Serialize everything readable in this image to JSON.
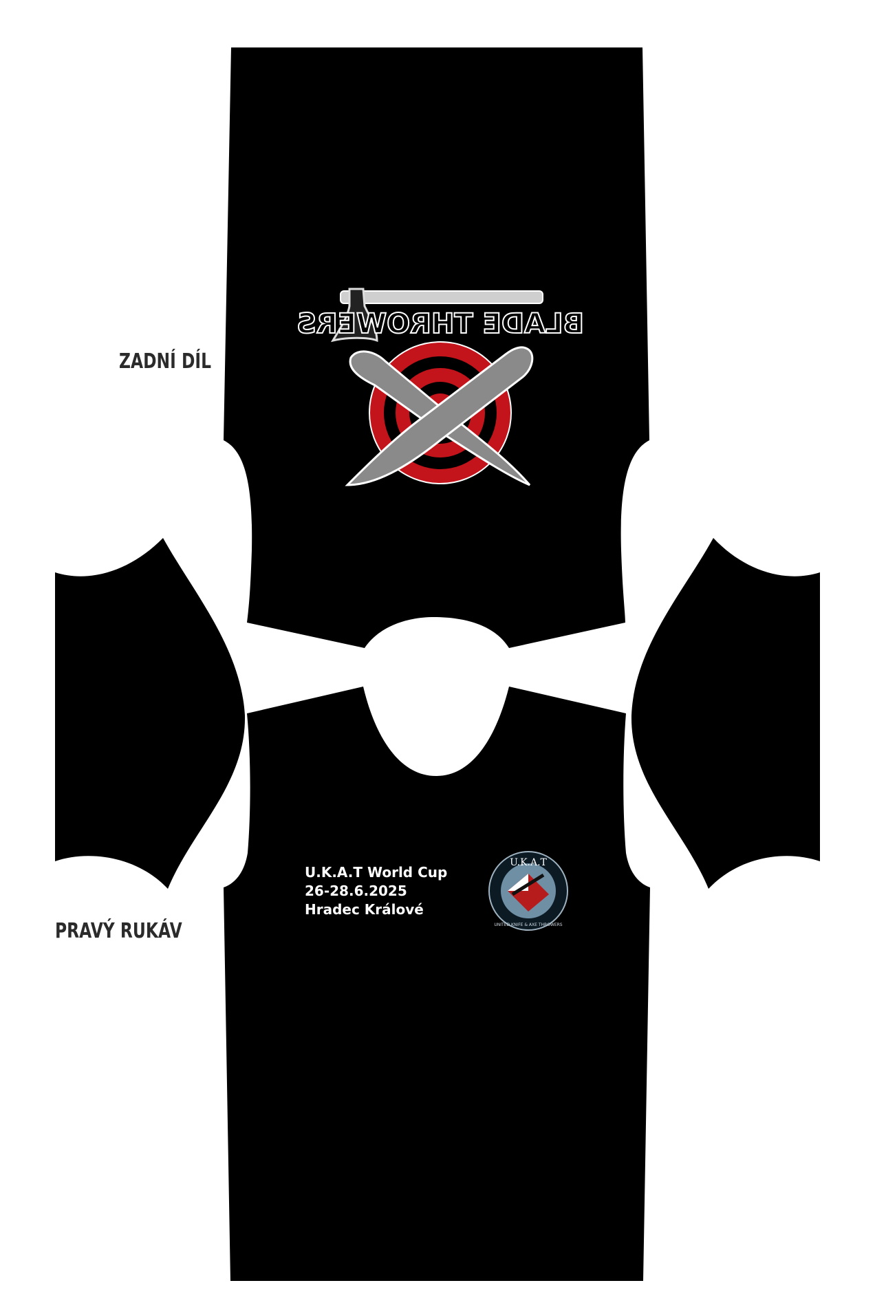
{
  "labels": {
    "back_panel": "ZADNÍ DÍL",
    "right_sleeve": "PRAVÝ RUKÁV"
  },
  "front_print": {
    "line1": "U.K.A.T World Cup",
    "line2": "26-28.6.2025",
    "line3": "Hradec Králové"
  },
  "back_logo": {
    "text": "BLADE THROWERS",
    "icon": "axe-target-knives-logo"
  },
  "chest_logo": {
    "title": "U.K.A.T",
    "ring_text": "UNITED KNIFE & AXE THROWERS",
    "icon": "ukat-globe-logo"
  },
  "colors": {
    "garment": "#000000",
    "background": "#ffffff",
    "target_red": "#c4141b",
    "blade_gray": "#8a8a8a",
    "label_text": "#2b2b2b"
  }
}
